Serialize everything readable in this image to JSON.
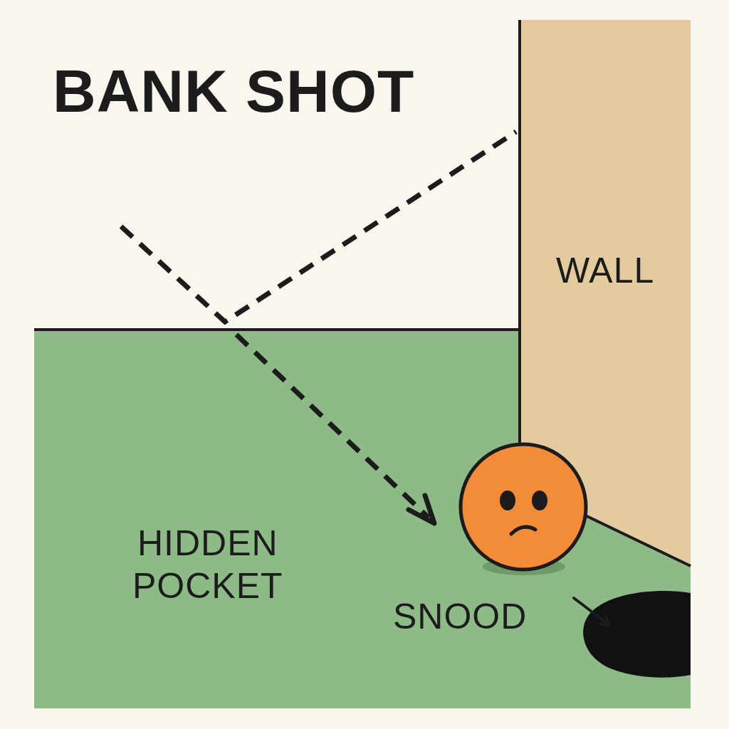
{
  "diagram": {
    "title": "BANK SHOT",
    "nodes": [
      {
        "text": [
          "WALL"
        ]
      },
      {
        "text": [
          "HIDDEN POCKET"
        ]
      }
    ],
    "labels": [
      "SNOOD"
    ]
  }
}
